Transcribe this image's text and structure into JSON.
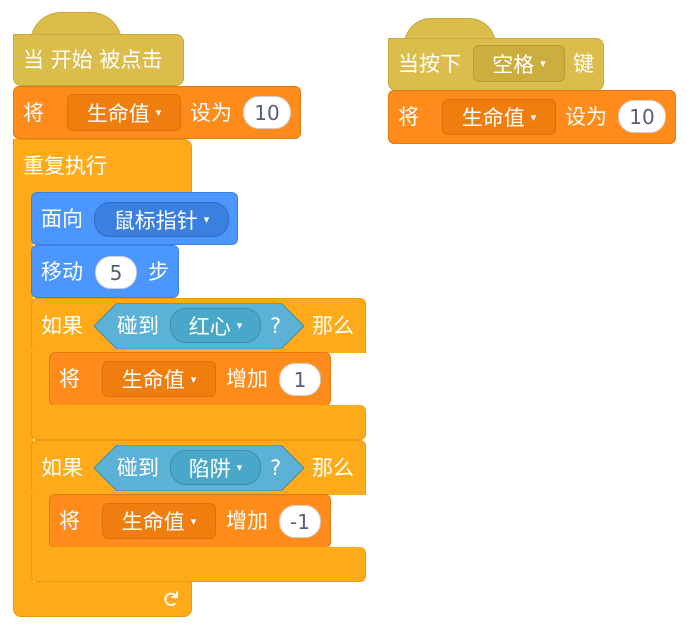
{
  "script_main": {
    "hat": {
      "text": "当 开始 被点击"
    },
    "set_life": {
      "word": "将",
      "variable": "生命值",
      "action": "设为",
      "value": "10"
    },
    "forever": {
      "label": "重复执行",
      "loop_icon": "↻"
    },
    "point_towards": {
      "word": "面向",
      "target": "鼠标指针"
    },
    "move": {
      "word": "移动",
      "value": "5",
      "unit": "步"
    },
    "if1": {
      "if_word": "如果",
      "sense_word": "碰到",
      "target": "红心",
      "q": "?",
      "then_word": "那么",
      "inner": {
        "word": "将",
        "variable": "生命值",
        "action": "增加",
        "value": "1"
      }
    },
    "if2": {
      "if_word": "如果",
      "sense_word": "碰到",
      "target": "陷阱",
      "q": "?",
      "then_word": "那么",
      "inner": {
        "word": "将",
        "variable": "生命值",
        "action": "增加",
        "value": "-1"
      }
    }
  },
  "script_key": {
    "hat": {
      "pre": "当按下",
      "key": "空格",
      "post": "键"
    },
    "set_life": {
      "word": "将",
      "variable": "生命值",
      "action": "设为",
      "value": "10"
    }
  },
  "colors": {
    "events": "#dbbd4c",
    "variables": "#ff8c1a",
    "control": "#ffab19",
    "motion": "#4c97ff",
    "sensing": "#5cb1d6"
  },
  "icons": {
    "dropdown": "▾"
  }
}
